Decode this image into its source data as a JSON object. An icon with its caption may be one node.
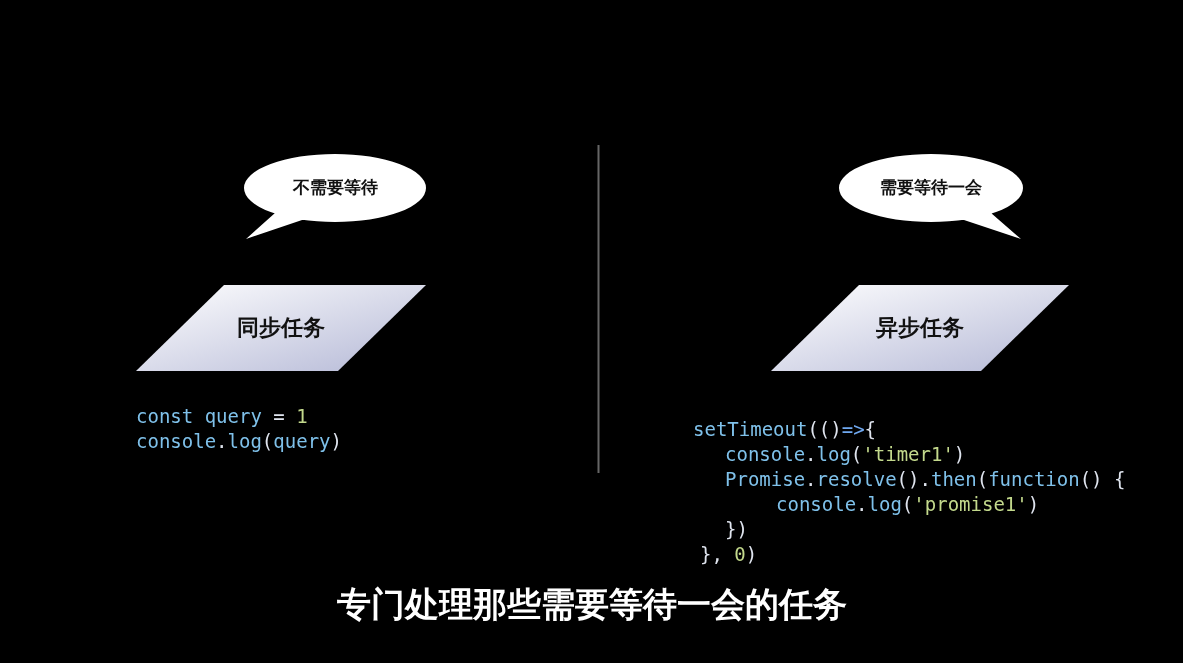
{
  "diagram": {
    "caption": "专门处理那些需要等待一会的任务",
    "nodes": [
      {
        "text": [
          "不需要等待"
        ]
      },
      {
        "text": [
          "同步任务"
        ]
      },
      {
        "text": [
          "需要等待一会"
        ]
      },
      {
        "text": [
          "异步任务"
        ]
      }
    ],
    "labels": [
      "const query = 1",
      "console.log(query)",
      "setTimeout(()=>{",
      "console.log('timer1')",
      "Promise.resolve().then(function() {",
      "console.log('promise1')",
      "})",
      "}, 0)"
    ]
  }
}
